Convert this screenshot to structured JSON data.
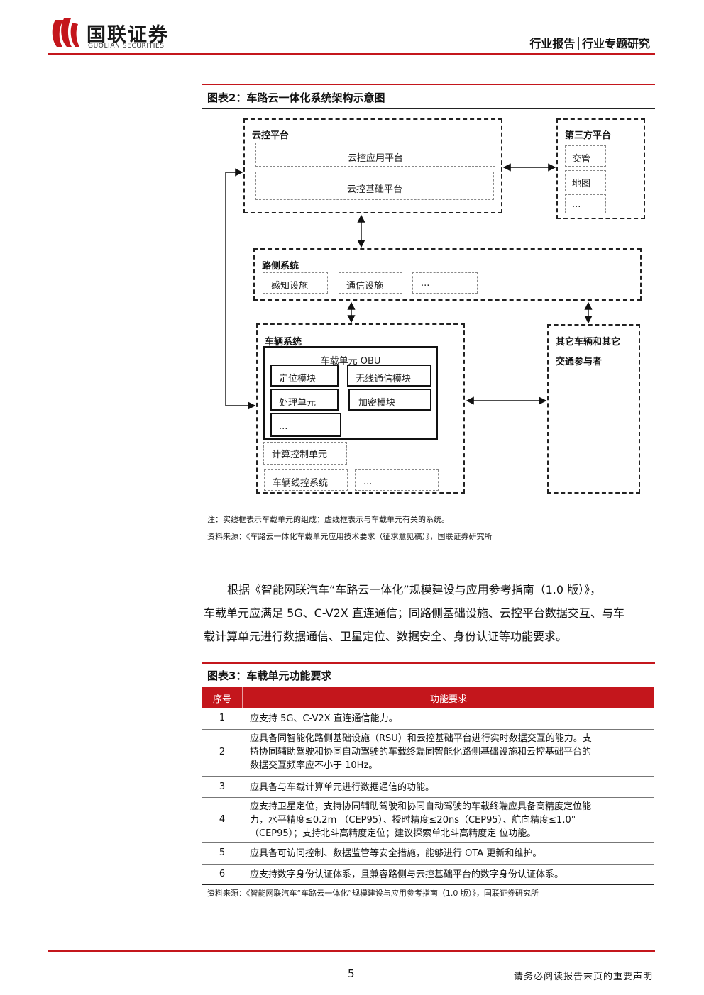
{
  "header": {
    "logo_cn": "国联证券",
    "logo_en": "GUOLIAN SECURITIES",
    "right_label": "行业报告│行业专题研究"
  },
  "figure2": {
    "title": "图表2：车路云一体化系统架构示意图",
    "cloud": {
      "title": "云控平台",
      "app": "云控应用平台",
      "base": "云控基础平台"
    },
    "third": {
      "title": "第三方平台",
      "items": [
        "交管",
        "地图",
        "..."
      ]
    },
    "roadside": {
      "title": "路侧系统",
      "items": [
        "感知设施",
        "通信设施",
        "..."
      ]
    },
    "vehicle": {
      "title": "车辆系统",
      "obu": "车载单元 OBU",
      "obu_items": [
        "定位模块",
        "无线通信模块",
        "处理单元",
        "加密模块",
        "..."
      ],
      "compute": "计算控制单元",
      "wire": "车辆线控系统",
      "wire_more": "..."
    },
    "others": {
      "line1": "其它车辆和其它",
      "line2": "交通参与者"
    },
    "note": "注：实线框表示车载单元的组成；虚线框表示与车载单元有关的系统。",
    "source": "资料来源：《车路云一体化车载单元应用技术要求（征求意见稿）》，国联证券研究所"
  },
  "paragraph": {
    "line1": "根据《智能网联汽车“车路云一体化”规模建设与应用参考指南（1.0 版）》，",
    "line2": "车载单元应满足 5G、C-V2X 直连通信；同路侧基础设施、云控平台数据交互、与车",
    "line3": "载计算单元进行数据通信、卫星定位、数据安全、身份认证等功能要求。"
  },
  "figure3": {
    "title": "图表3：车载单元功能要求",
    "col_seq": "序号",
    "col_req": "功能要求",
    "rows": [
      {
        "n": "1",
        "lines": [
          "应支持 5G、C-V2X 直连通信能力。"
        ]
      },
      {
        "n": "2",
        "lines": [
          "应具备同智能化路侧基础设施（RSU）和云控基础平台进行实时数据交互的能力。支",
          "持协同辅助驾驶和协同自动驾驶的车载终端同智能化路侧基础设施和云控基础平台的",
          "数据交互频率应不小于 10Hz。"
        ]
      },
      {
        "n": "3",
        "lines": [
          "应具备与车载计算单元进行数据通信的功能。"
        ]
      },
      {
        "n": "4",
        "lines": [
          "应支持卫星定位，支持协同辅助驾驶和协同自动驾驶的车载终端应具备高精度定位能",
          "力，水平精度≤0.2m （CEP95）、授时精度≤20ns（CEP95）、航向精度≤1.0°",
          "（CEP95）；支持北斗高精度定位；建议探索单北斗高精度定 位功能。"
        ]
      },
      {
        "n": "5",
        "lines": [
          "应具备可访问控制、数据监管等安全措施，能够进行 OTA 更新和维护。"
        ]
      },
      {
        "n": "6",
        "lines": [
          "应支持数字身份认证体系，且兼容路侧与云控基础平台的数字身份认证体系。"
        ]
      }
    ],
    "source": "资料来源：《智能网联汽车“车路云一体化”规模建设与应用参考指南（1.0 版）》，国联证券研究所"
  },
  "footer": {
    "page": "5",
    "disclaimer": "请务必阅读报告末页的重要声明"
  },
  "colors": {
    "brand_red": "#c4161c"
  }
}
